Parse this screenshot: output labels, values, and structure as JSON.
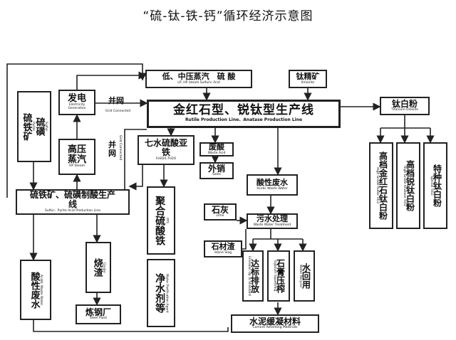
{
  "title": "“硫-钛-铁-钙”循环经济示意图",
  "nodes": {
    "steam_acid": {
      "cn": "低、中压蒸汽　硫 酸",
      "en": "LP, HP Steam  Sulfuric Acid"
    },
    "ilmenite": {
      "cn": "钛精矿",
      "en": "Ilmenite"
    },
    "power": {
      "cn": "发电",
      "en": "Electricity Generation"
    },
    "main_line": {
      "cn": "金红石型、锐钛型生产线",
      "en": "Rutile Production Line、Anatase Production Line"
    },
    "tio2": {
      "cn": "钛白粉",
      "en": "Titanium Dioxide"
    },
    "pyrite": {
      "cn": "硫铁矿",
      "cn2": "硫磺",
      "en": "Pyrite",
      "en2": "Sulfur"
    },
    "hp_steam": {
      "cn": "高压蒸汽",
      "en": "HP Steam"
    },
    "feso4": {
      "cn": "七水硫酸亚铁",
      "en": "FeSO4.7H2O"
    },
    "waste_acid": {
      "cn": "废酸",
      "en": "Waste Acid"
    },
    "sales": {
      "cn": "外销",
      "en": "Sales"
    },
    "acid_water_right": {
      "cn": "酸性废水",
      "en": "Acidic Waste Water"
    },
    "rutile_tio2": {
      "cn": "高档金红石钛白粉",
      "en": "High Grade Rutile TiO2"
    },
    "anatase_tio2": {
      "cn": "高档锐钛白粉",
      "en": "High Grade Anatase TiO2"
    },
    "special_tio2": {
      "cn": "特种钛白粉",
      "en": "Special TiO2"
    },
    "acid_line": {
      "cn": "硫铁矿、硫磺制酸生产线",
      "en": "Sulfur、Pyrite Acid Production Line"
    },
    "pfs": {
      "cn": "聚合硫酸铁",
      "en": "PFS"
    },
    "lime": {
      "cn": "石灰",
      "en": "Lime"
    },
    "wwt": {
      "cn": "污水处理",
      "en": "Waste Water Treatment"
    },
    "stone_slag": {
      "cn": "石材渣",
      "en": "Stone Slag"
    },
    "acid_water_left": {
      "cn": "酸性废水",
      "en": "Acidic Waste Water"
    },
    "cinder": {
      "cn": "烧渣",
      "en": "Cinder"
    },
    "emission": {
      "cn": "达标排放",
      "en": "Emission Up To Standard"
    },
    "gypsum": {
      "cn": "石膏压榨",
      "en": "Gypsum Squeezing"
    },
    "water_reuse": {
      "cn": "水回用",
      "en": "Water Recycle"
    },
    "purifier": {
      "cn": "净水剂等",
      "en": "Water Purification Agent"
    },
    "steel": {
      "cn": "炼钢厂",
      "en": "Steel Plant"
    },
    "cement": {
      "cn": "水泥缓凝材料",
      "en": "Cement Retarding Materials"
    }
  },
  "labels": {
    "grid1": "并网",
    "grid1_en": "Grid Connected",
    "grid2": "并网",
    "grid2_en": "Grid Connected"
  }
}
